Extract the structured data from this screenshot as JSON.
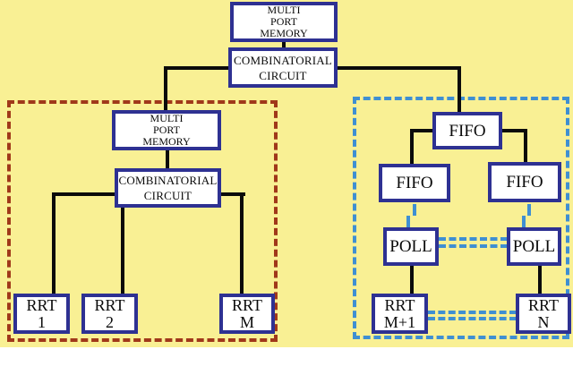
{
  "colors": {
    "background": "#f9f094",
    "node_border": "#2e3192",
    "node_fill": "#ffffff",
    "connector": "#0b0b0b",
    "left_cluster_dash": "#a0381a",
    "right_cluster_dash": "#3f8fd2"
  },
  "nodes": {
    "mpm_top": {
      "lines": [
        "MULTI",
        "PORT",
        "MEMORY"
      ]
    },
    "cc_top": {
      "lines": [
        "COMBINATORIAL",
        "CIRCUIT"
      ]
    },
    "mpm_left": {
      "lines": [
        "MULTI",
        "PORT",
        "MEMORY"
      ]
    },
    "cc_left": {
      "lines": [
        "COMBINATORIAL",
        "CIRCUIT"
      ]
    },
    "rrt_1": {
      "lines": [
        "RRT",
        "1"
      ]
    },
    "rrt_2": {
      "lines": [
        "RRT",
        "2"
      ]
    },
    "rrt_m": {
      "lines": [
        "RRT",
        "M"
      ]
    },
    "fifo_root": {
      "lines": [
        "FIFO"
      ]
    },
    "fifo_left": {
      "lines": [
        "FIFO"
      ]
    },
    "fifo_right": {
      "lines": [
        "FIFO"
      ]
    },
    "poll_left": {
      "lines": [
        "POLL"
      ]
    },
    "poll_right": {
      "lines": [
        "POLL"
      ]
    },
    "rrt_m1": {
      "lines": [
        "RRT",
        "M+1"
      ]
    },
    "rrt_n": {
      "lines": [
        "RRT",
        "N"
      ]
    }
  }
}
